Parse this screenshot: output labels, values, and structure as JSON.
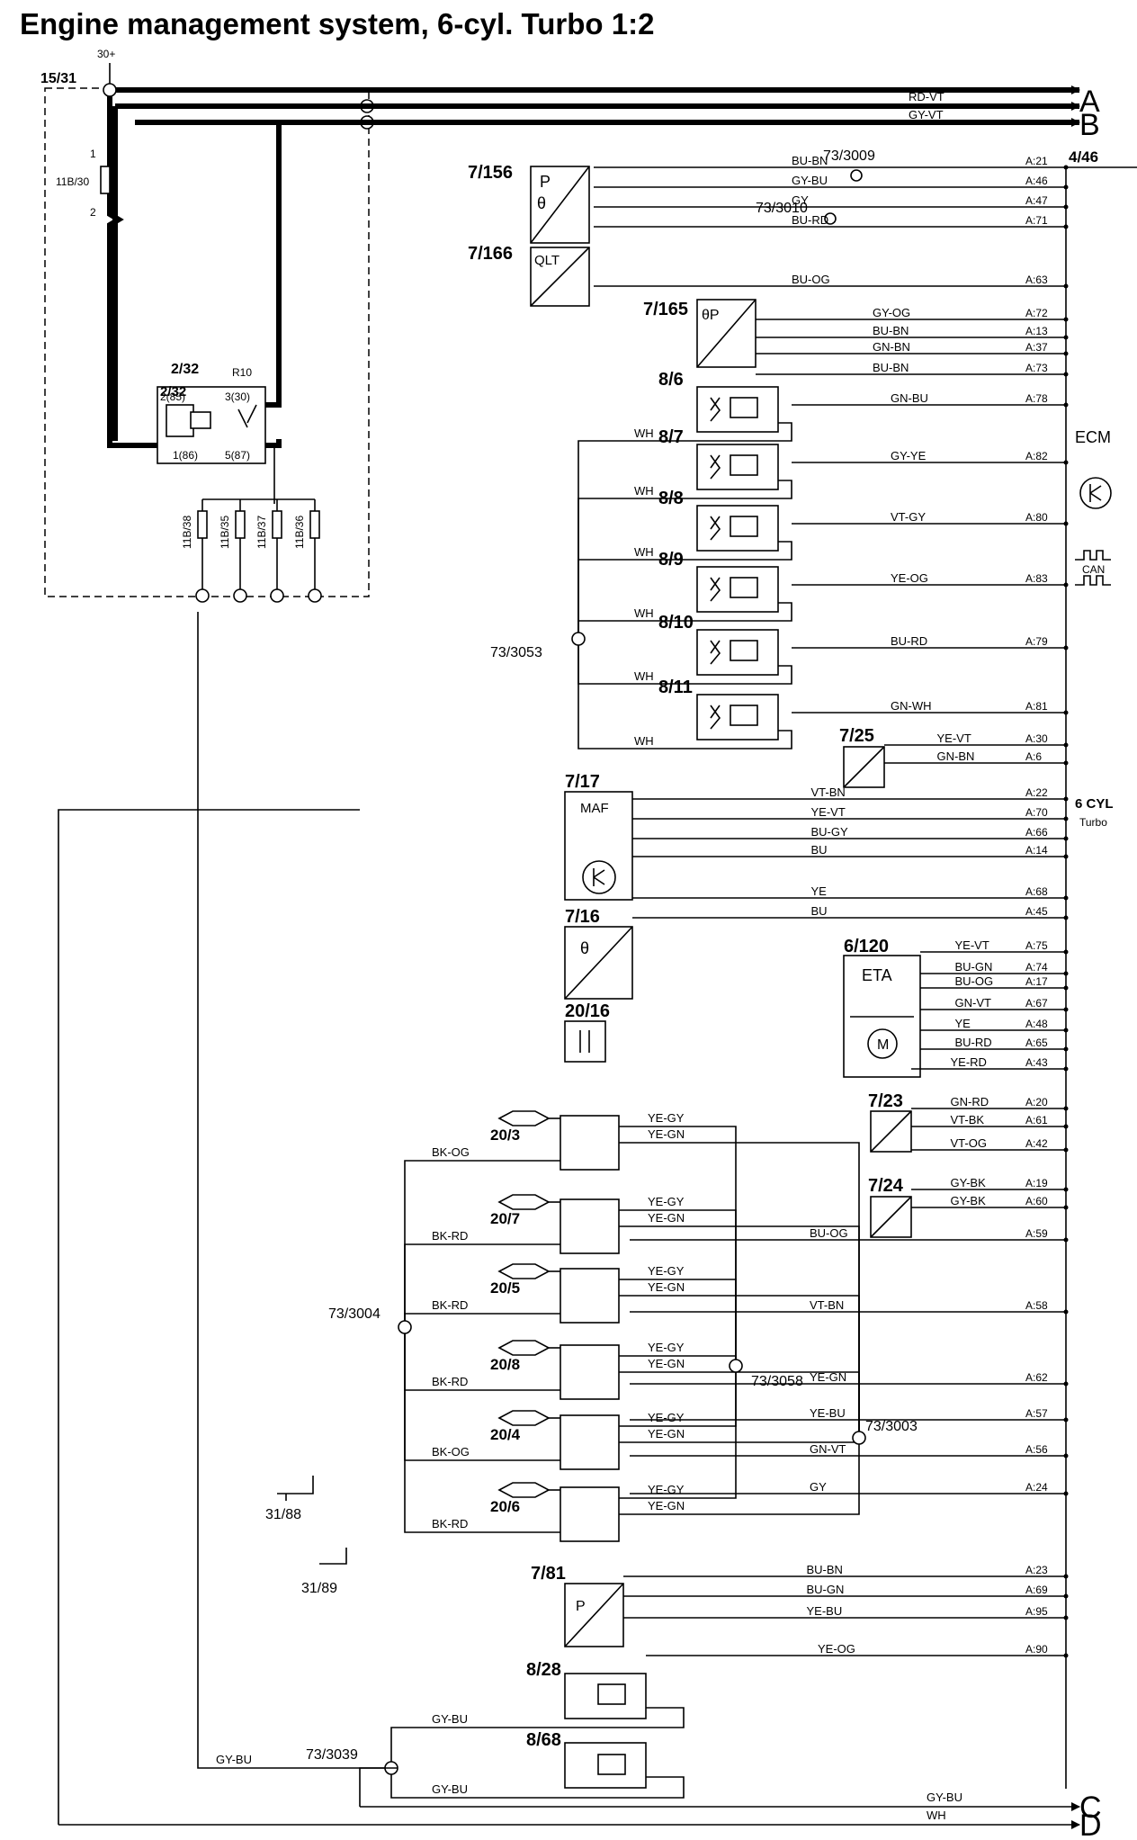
{
  "title": "Engine management system, 6-cyl. Turbo 1:2",
  "supply": {
    "label": "30+",
    "group": "15/31"
  },
  "outputs": [
    {
      "letter": "A",
      "wire": "RD-VT"
    },
    {
      "letter": "B",
      "wire": "GY-VT"
    },
    {
      "letter": "C",
      "wire": "GY-BU"
    },
    {
      "letter": "D",
      "wire": "WH"
    }
  ],
  "relay": {
    "ref": "2/32",
    "name": "R10",
    "pins": [
      "2(85)",
      "3(30)",
      "1(86)",
      "5(87)"
    ]
  },
  "fuses": [
    "11B/30",
    "11B/38",
    "11B/35",
    "11B/37",
    "11B/36"
  ],
  "ecm": {
    "ref": "4/46",
    "name": "ECM",
    "variant": "6 CYL",
    "variant_sub": "Turbo",
    "can": "CAN"
  },
  "splices": [
    "73/3009",
    "73/3010",
    "73/3053",
    "73/3004",
    "73/3058",
    "73/3003",
    "73/3039"
  ],
  "grounds": [
    "31/88",
    "31/89"
  ],
  "ecm_pins": [
    {
      "pin": "A:21",
      "wire": "BU-BN"
    },
    {
      "pin": "A:46",
      "wire": "GY-BU"
    },
    {
      "pin": "A:47",
      "wire": "GY"
    },
    {
      "pin": "A:71",
      "wire": "BU-RD"
    },
    {
      "pin": "A:63",
      "wire": "BU-OG"
    },
    {
      "pin": "A:72",
      "wire": "GY-OG"
    },
    {
      "pin": "A:13",
      "wire": "BU-BN"
    },
    {
      "pin": "A:37",
      "wire": "GN-BN"
    },
    {
      "pin": "A:73",
      "wire": "BU-BN"
    },
    {
      "pin": "A:78",
      "wire": "GN-BU"
    },
    {
      "pin": "A:82",
      "wire": "GY-YE"
    },
    {
      "pin": "A:80",
      "wire": "VT-GY"
    },
    {
      "pin": "A:83",
      "wire": "YE-OG"
    },
    {
      "pin": "A:79",
      "wire": "BU-RD"
    },
    {
      "pin": "A:81",
      "wire": "GN-WH"
    },
    {
      "pin": "A:30",
      "wire": "YE-VT"
    },
    {
      "pin": "A:6",
      "wire": "GN-BN"
    },
    {
      "pin": "A:22",
      "wire": "VT-BN"
    },
    {
      "pin": "A:70",
      "wire": "YE-VT"
    },
    {
      "pin": "A:66",
      "wire": "BU-GY"
    },
    {
      "pin": "A:14",
      "wire": "BU"
    },
    {
      "pin": "A:68",
      "wire": "YE"
    },
    {
      "pin": "A:45",
      "wire": "BU"
    },
    {
      "pin": "A:75",
      "wire": "YE-VT"
    },
    {
      "pin": "A:74",
      "wire": "BU-GN"
    },
    {
      "pin": "A:17",
      "wire": "BU-OG"
    },
    {
      "pin": "A:67",
      "wire": "GN-VT"
    },
    {
      "pin": "A:48",
      "wire": "YE"
    },
    {
      "pin": "A:65",
      "wire": "BU-RD"
    },
    {
      "pin": "A:43",
      "wire": "YE-RD"
    },
    {
      "pin": "A:20",
      "wire": "GN-RD"
    },
    {
      "pin": "A:61",
      "wire": "VT-BK"
    },
    {
      "pin": "A:42",
      "wire": "VT-OG"
    },
    {
      "pin": "A:19",
      "wire": "GY-BK"
    },
    {
      "pin": "A:60",
      "wire": "GY-BK"
    },
    {
      "pin": "A:59",
      "wire": "BU-OG"
    },
    {
      "pin": "A:58",
      "wire": "VT-BN"
    },
    {
      "pin": "A:62",
      "wire": "YE-GN"
    },
    {
      "pin": "A:57",
      "wire": "YE-BU"
    },
    {
      "pin": "A:56",
      "wire": "GN-VT"
    },
    {
      "pin": "A:24",
      "wire": "GY"
    },
    {
      "pin": "A:23",
      "wire": "BU-BN"
    },
    {
      "pin": "A:69",
      "wire": "BU-GN"
    },
    {
      "pin": "A:95",
      "wire": "YE-BU"
    },
    {
      "pin": "A:90",
      "wire": "YE-OG"
    }
  ],
  "components": {
    "c7156": {
      "ref": "7/156",
      "sym1": "P",
      "sym2": "θ"
    },
    "c7166": {
      "ref": "7/166",
      "sym": "QLT"
    },
    "c7165": {
      "ref": "7/165",
      "sym": "θP"
    },
    "c7125": {
      "ref": "7/25"
    },
    "c7117": {
      "ref": "7/17",
      "sym": "MAF"
    },
    "c7116": {
      "ref": "7/16",
      "sym": "θ"
    },
    "c6120": {
      "ref": "6/120",
      "sym": "ETA",
      "motor": "M"
    },
    "c2016": {
      "ref": "20/16"
    },
    "c7123": {
      "ref": "7/23"
    },
    "c7124": {
      "ref": "7/24"
    },
    "c7181": {
      "ref": "7/81",
      "sym": "P"
    },
    "c828": {
      "ref": "8/28"
    },
    "c868": {
      "ref": "8/68"
    }
  },
  "injectors": [
    "8/6",
    "8/7",
    "8/8",
    "8/9",
    "8/10",
    "8/11"
  ],
  "coils": [
    "20/3",
    "20/7",
    "20/5",
    "20/8",
    "20/4",
    "20/6"
  ],
  "labels": {
    "wh": "WH",
    "bkrd": "BK-RD",
    "bkog": "BK-OG",
    "yegy": "YE-GY",
    "yegn": "YE-GN",
    "gybu": "GY-BU",
    "gy": "GY",
    "bubn": "BU-BN"
  }
}
